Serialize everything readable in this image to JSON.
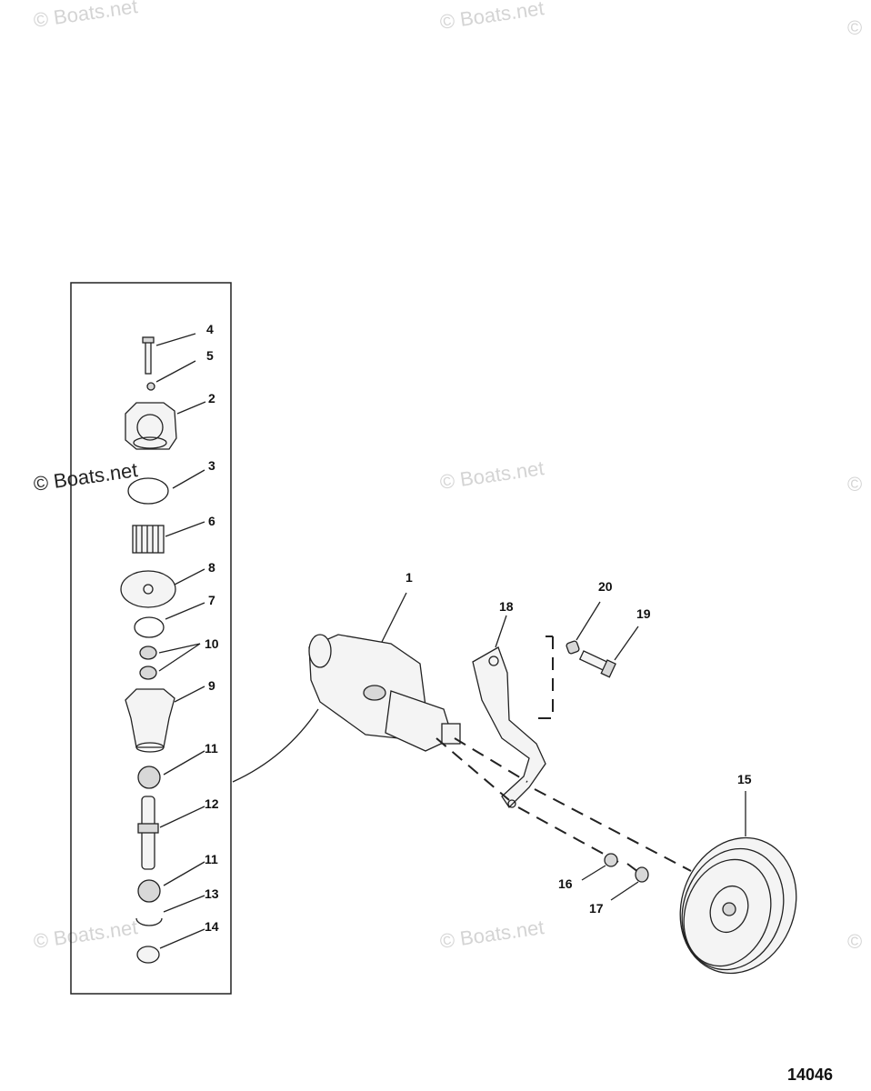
{
  "diagram_number": "14046",
  "watermark_text": "© Boats.net",
  "callouts": {
    "c1": "1",
    "c2": "2",
    "c3": "3",
    "c4": "4",
    "c5": "5",
    "c6": "6",
    "c7": "7",
    "c8": "8",
    "c9": "9",
    "c10": "10",
    "c11a": "11",
    "c11b": "11",
    "c12": "12",
    "c13": "13",
    "c14": "14",
    "c15": "15",
    "c16": "16",
    "c17": "17",
    "c18": "18",
    "c19": "19",
    "c20": "20"
  },
  "colors": {
    "line": "#222222",
    "watermark": "#d4d4d4"
  }
}
